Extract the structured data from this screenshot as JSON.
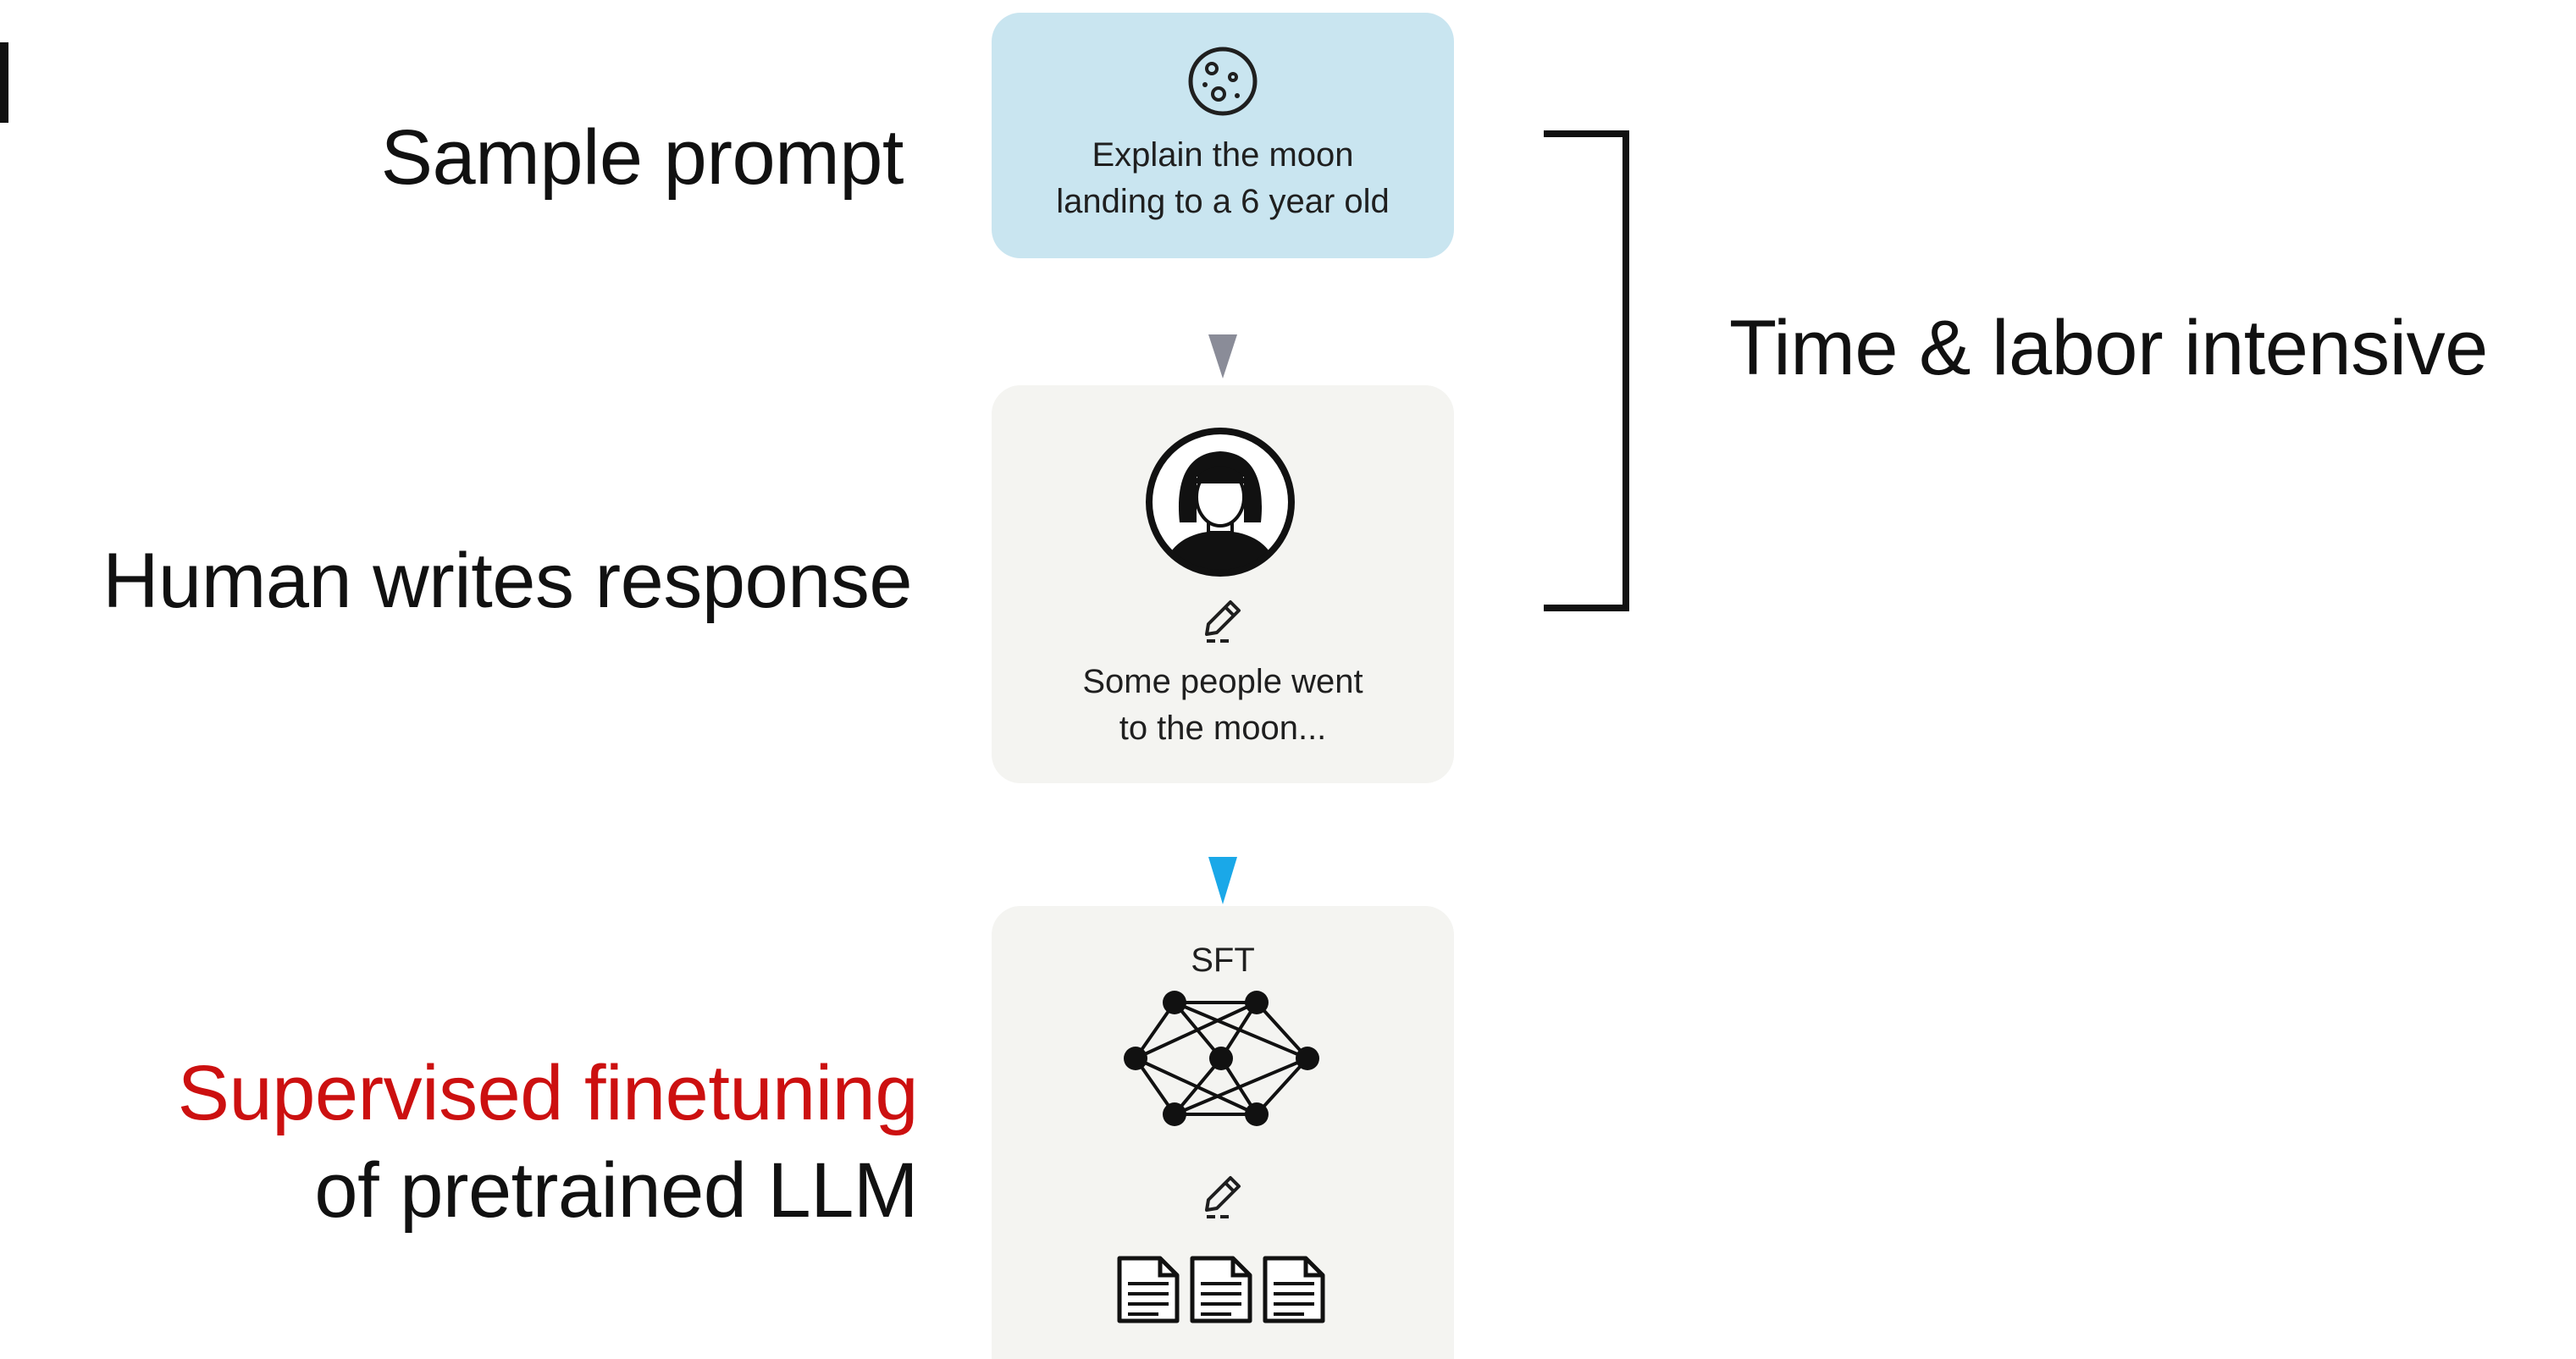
{
  "labels": {
    "sample_prompt": "Sample prompt",
    "human_writes": "Human writes response",
    "sft_line1": "Supervised finetuning",
    "sft_line2": "of pretrained LLM",
    "time_labor": "Time & labor intensive"
  },
  "cards": {
    "prompt": {
      "line1": "Explain the moon",
      "line2": "landing to a 6 year old",
      "icon": "moon-icon"
    },
    "response": {
      "line1": "Some people went",
      "line2": "to the moon...",
      "icons": [
        "person-avatar-icon",
        "pencil-icon"
      ]
    },
    "sft": {
      "title": "SFT",
      "icons": [
        "neural-network-icon",
        "pencil-icon",
        "document-icon",
        "document-icon",
        "document-icon"
      ]
    }
  },
  "colors": {
    "prompt_card": "#c9e5f0",
    "grey_card": "#f4f4f1",
    "arrow_grey": "#8a8c98",
    "arrow_blue": "#1aa8e8",
    "highlight_red": "#cc1010"
  }
}
